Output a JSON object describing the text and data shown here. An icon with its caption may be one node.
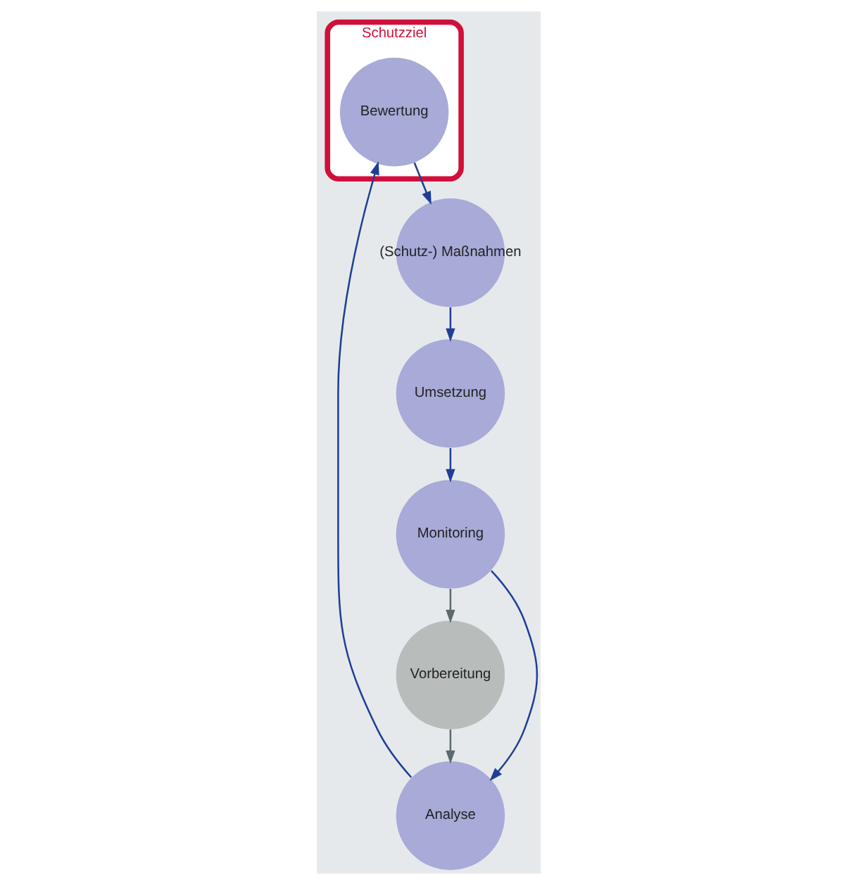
{
  "diagram": {
    "nodes": [
      {
        "text": [
          "Vorbereitung"
        ]
      },
      {
        "text": [
          "Analyse"
        ]
      },
      {
        "text": [
          "Schutzziel"
        ]
      },
      {
        "text": [
          "Bewertung"
        ],
        "in": 2
      },
      {
        "text": [
          "(Schutz-) Maßnahmen"
        ]
      },
      {
        "text": [
          "Umsetzung"
        ]
      },
      {
        "text": [
          "Monitoring"
        ]
      }
    ],
    "edges": [
      {
        "from": 0,
        "to": 1,
        "arrow": "to",
        "color": "#5c6a6e"
      },
      {
        "from": 1,
        "to": 3,
        "arrow": "to"
      },
      {
        "from": 3,
        "to": 4,
        "arrow": "to"
      },
      {
        "from": 4,
        "to": 5,
        "arrow": "to"
      },
      {
        "from": 5,
        "to": 6,
        "arrow": "to"
      },
      {
        "from": 6,
        "to": 1,
        "arrow": "to"
      },
      {
        "from": 6,
        "to": 0,
        "arrow": "to",
        "color": "#5c6a6e"
      }
    ]
  }
}
